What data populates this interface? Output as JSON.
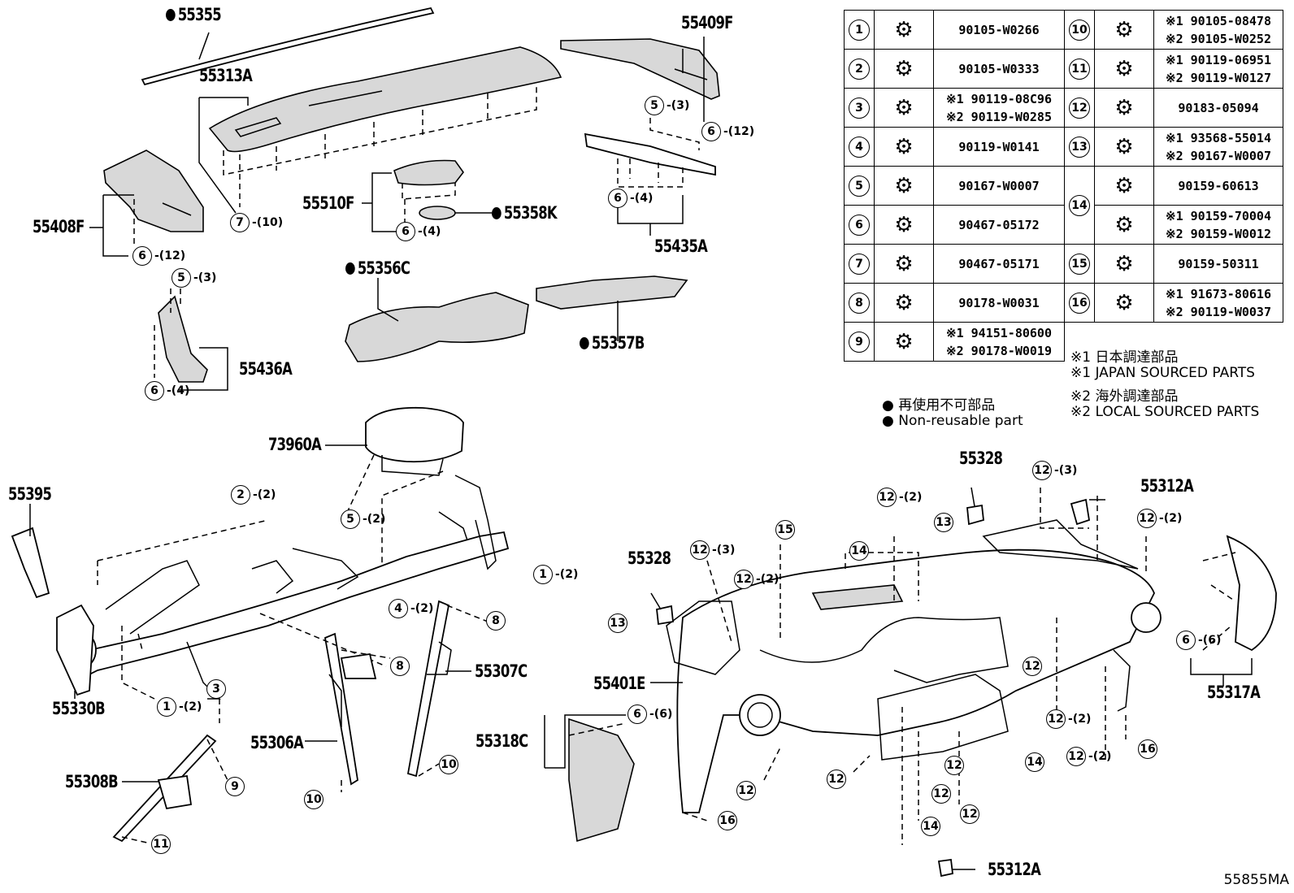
{
  "labels": {
    "p55355": "55355",
    "p55313A": "55313A",
    "p55409F": "55409F",
    "p55408F": "55408F",
    "p55510F": "55510F",
    "p55358K": "55358K",
    "p55435A": "55435A",
    "p55356C": "55356C",
    "p55357B": "55357B",
    "p55436A": "55436A",
    "p73960A": "73960A",
    "p55395": "55395",
    "p55330B": "55330B",
    "p55306A": "55306A",
    "p55307C": "55307C",
    "p55308B": "55308B",
    "p55328a": "55328",
    "p55328b": "55328",
    "p55312Aa": "55312A",
    "p55312Ab": "55312A",
    "p55401E": "55401E",
    "p55318C": "55318C",
    "p55317A": "55317A"
  },
  "callouts": [
    {
      "id": "c1",
      "num": "5",
      "qty": "-(3)"
    },
    {
      "id": "c2",
      "num": "6",
      "qty": "-(12)"
    },
    {
      "id": "c3",
      "num": "7",
      "qty": "-(10)"
    },
    {
      "id": "c4",
      "num": "6",
      "qty": "-(4)"
    },
    {
      "id": "c5",
      "num": "6",
      "qty": "-(4)"
    },
    {
      "id": "c6",
      "num": "6",
      "qty": "-(12)"
    },
    {
      "id": "c7",
      "num": "5",
      "qty": "-(3)"
    },
    {
      "id": "c8",
      "num": "6",
      "qty": "-(4)"
    },
    {
      "id": "c9",
      "num": "2",
      "qty": "-(2)"
    },
    {
      "id": "c10",
      "num": "5",
      "qty": "-(2)"
    },
    {
      "id": "c11",
      "num": "1",
      "qty": "-(2)"
    },
    {
      "id": "c12",
      "num": "4",
      "qty": "-(2)"
    },
    {
      "id": "c13",
      "num": "8",
      "qty": ""
    },
    {
      "id": "c14",
      "num": "8",
      "qty": ""
    },
    {
      "id": "c15",
      "num": "3",
      "qty": ""
    },
    {
      "id": "c16",
      "num": "1",
      "qty": "-(2)"
    },
    {
      "id": "c17",
      "num": "9",
      "qty": ""
    },
    {
      "id": "c18",
      "num": "10",
      "qty": ""
    },
    {
      "id": "c19",
      "num": "10",
      "qty": ""
    },
    {
      "id": "c20",
      "num": "11",
      "qty": ""
    },
    {
      "id": "c21",
      "num": "13",
      "qty": ""
    },
    {
      "id": "c22",
      "num": "13",
      "qty": ""
    },
    {
      "id": "c23",
      "num": "12",
      "qty": "-(3)"
    },
    {
      "id": "c24",
      "num": "12",
      "qty": "-(2)"
    },
    {
      "id": "c25",
      "num": "12",
      "qty": "-(3)"
    },
    {
      "id": "c26",
      "num": "12",
      "qty": "-(2)"
    },
    {
      "id": "c27",
      "num": "12",
      "qty": "-(2)"
    },
    {
      "id": "c28",
      "num": "15",
      "qty": ""
    },
    {
      "id": "c29",
      "num": "14",
      "qty": ""
    },
    {
      "id": "c30",
      "num": "6",
      "qty": "-(6)"
    },
    {
      "id": "c31",
      "num": "6",
      "qty": "-(6)"
    },
    {
      "id": "c32",
      "num": "12",
      "qty": ""
    },
    {
      "id": "c33",
      "num": "12",
      "qty": "-(2)"
    },
    {
      "id": "c34",
      "num": "12",
      "qty": "-(2)"
    },
    {
      "id": "c35",
      "num": "16",
      "qty": ""
    },
    {
      "id": "c36",
      "num": "14",
      "qty": ""
    },
    {
      "id": "c37",
      "num": "12",
      "qty": ""
    },
    {
      "id": "c38",
      "num": "12",
      "qty": ""
    },
    {
      "id": "c39",
      "num": "12",
      "qty": ""
    },
    {
      "id": "c40",
      "num": "12",
      "qty": ""
    },
    {
      "id": "c41",
      "num": "12",
      "qty": ""
    },
    {
      "id": "c42",
      "num": "14",
      "qty": ""
    },
    {
      "id": "c43",
      "num": "16",
      "qty": ""
    }
  ],
  "table": {
    "rows": [
      {
        "left": {
          "num": "1",
          "pn": [
            "90105-W0266"
          ]
        },
        "right": {
          "num": "10",
          "pn": [
            "※1 90105-08478",
            "※2 90105-W0252"
          ]
        }
      },
      {
        "left": {
          "num": "2",
          "pn": [
            "90105-W0333"
          ]
        },
        "right": {
          "num": "11",
          "pn": [
            "※1 90119-06951",
            "※2 90119-W0127"
          ]
        }
      },
      {
        "left": {
          "num": "3",
          "pn": [
            "※1 90119-08C96",
            "※2 90119-W0285"
          ]
        },
        "right": {
          "num": "12",
          "pn": [
            "90183-05094"
          ]
        }
      },
      {
        "left": {
          "num": "4",
          "pn": [
            "90119-W0141"
          ]
        },
        "right": {
          "num": "13",
          "pn": [
            "※1 93568-55014",
            "※2 90167-W0007"
          ]
        }
      },
      {
        "left": {
          "num": "5",
          "pn": [
            "90167-W0007"
          ]
        },
        "right": {
          "num": "14",
          "pn": [
            "90159-60613"
          ]
        }
      },
      {
        "left": {
          "num": "6",
          "pn": [
            "90467-05172"
          ]
        },
        "right": {
          "num": "",
          "pn": [
            "※1 90159-70004",
            "※2 90159-W0012"
          ]
        }
      },
      {
        "left": {
          "num": "7",
          "pn": [
            "90467-05171"
          ]
        },
        "right": {
          "num": "15",
          "pn": [
            "90159-50311"
          ]
        }
      },
      {
        "left": {
          "num": "8",
          "pn": [
            "90178-W0031"
          ]
        },
        "right": {
          "num": "16",
          "pn": [
            "※1 91673-80616",
            "※2 90119-W0037"
          ]
        }
      },
      {
        "left": {
          "num": "9",
          "pn": [
            "※1 94151-80600",
            "※2 90178-W0019"
          ]
        },
        "right": null
      }
    ],
    "notes": [
      "※1 日本調達部品",
      "※1 JAPAN SOURCED PARTS",
      "※2 海外調達部品",
      "※2 LOCAL SOURCED PARTS"
    ],
    "legend": [
      "● 再使用不可部品",
      "● Non-reusable part"
    ]
  },
  "drawing_code": "55855MA"
}
